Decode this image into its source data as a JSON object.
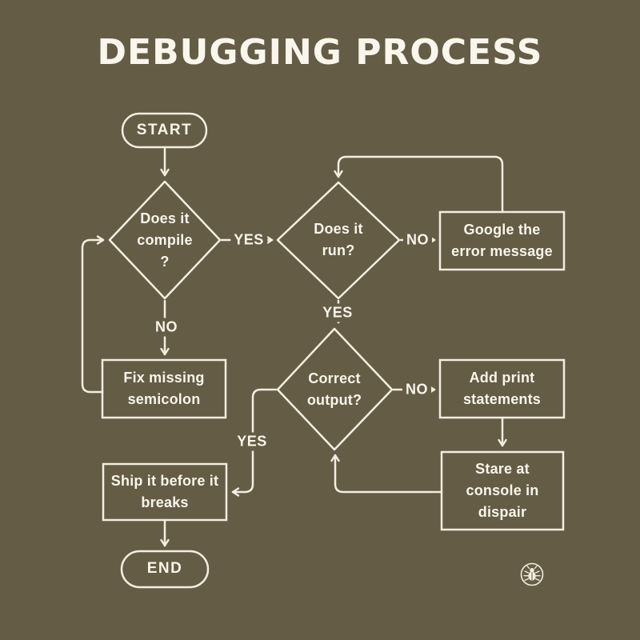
{
  "title": "DEBUGGING PROCESS",
  "colors": {
    "background": "#645c45",
    "stroke": "#f3eee0",
    "text": "#f9f5ea"
  },
  "nodes": {
    "start": {
      "type": "terminator",
      "label": "START"
    },
    "compile": {
      "type": "decision",
      "label": "Does it\ncompile\n?"
    },
    "run": {
      "type": "decision",
      "label": "Does it\nrun?"
    },
    "google": {
      "type": "process",
      "label": "Google the\nerror message"
    },
    "fix": {
      "type": "process",
      "label": "Fix missing\nsemicolon"
    },
    "correct": {
      "type": "decision",
      "label": "Correct\noutput?"
    },
    "add_print": {
      "type": "process",
      "label": "Add print\nstatements"
    },
    "stare": {
      "type": "process",
      "label": "Stare at\nconsole in\ndispair"
    },
    "ship": {
      "type": "process",
      "label": "Ship it before it\nbreaks"
    },
    "end": {
      "type": "terminator",
      "label": "END"
    }
  },
  "edge_labels": {
    "compile_yes": "YES",
    "compile_no": "NO",
    "run_no": "NO",
    "run_yes": "YES",
    "correct_no": "NO",
    "correct_yes": "YES"
  },
  "icons": {
    "bug": "bug-icon"
  }
}
